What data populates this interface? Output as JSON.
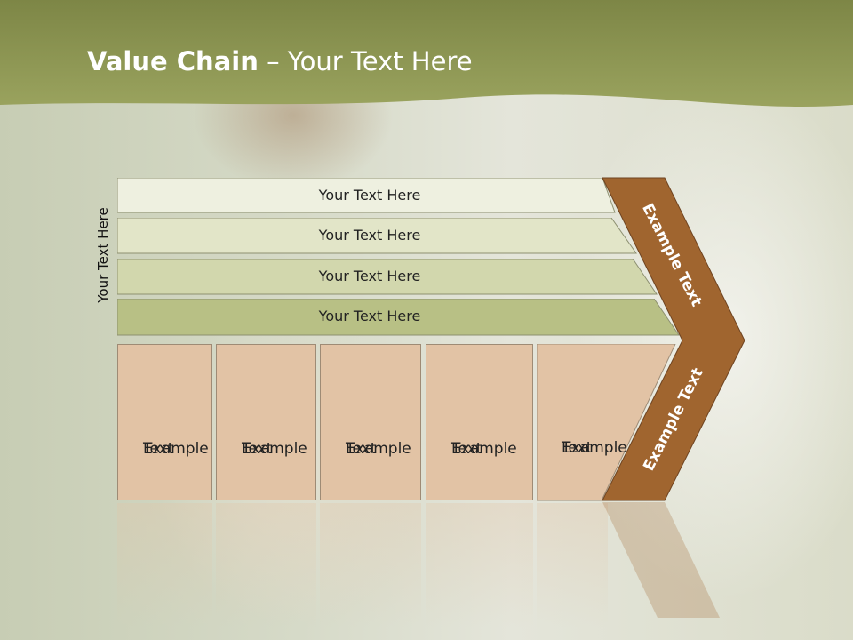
{
  "slide": {
    "title_bold": "Value Chain",
    "title_rest": " – Your Text Here",
    "vertical_label": "Your Text Here",
    "bars": [
      {
        "label": "Your Text Here"
      },
      {
        "label": "Your Text Here"
      },
      {
        "label": "Your Text Here"
      },
      {
        "label": "Your Text Here"
      }
    ],
    "boxes": [
      {
        "line1": "Example",
        "line2": "Text"
      },
      {
        "line1": "Example",
        "line2": "Text"
      },
      {
        "line1": "Example",
        "line2": "Text"
      },
      {
        "line1": "Example",
        "line2": "Text"
      },
      {
        "line1": "Example",
        "line2": "Text"
      }
    ],
    "chevron_upper_label": "Example Text",
    "chevron_lower_label": "Example Text"
  },
  "colors": {
    "header_green": "#8a944f",
    "chevron_brown": "#a0652f",
    "box_fill": "#e2c3a5",
    "bar_fills": [
      "#eef0e0",
      "#e2e5c8",
      "#d2d7ad",
      "#b8c085"
    ]
  }
}
